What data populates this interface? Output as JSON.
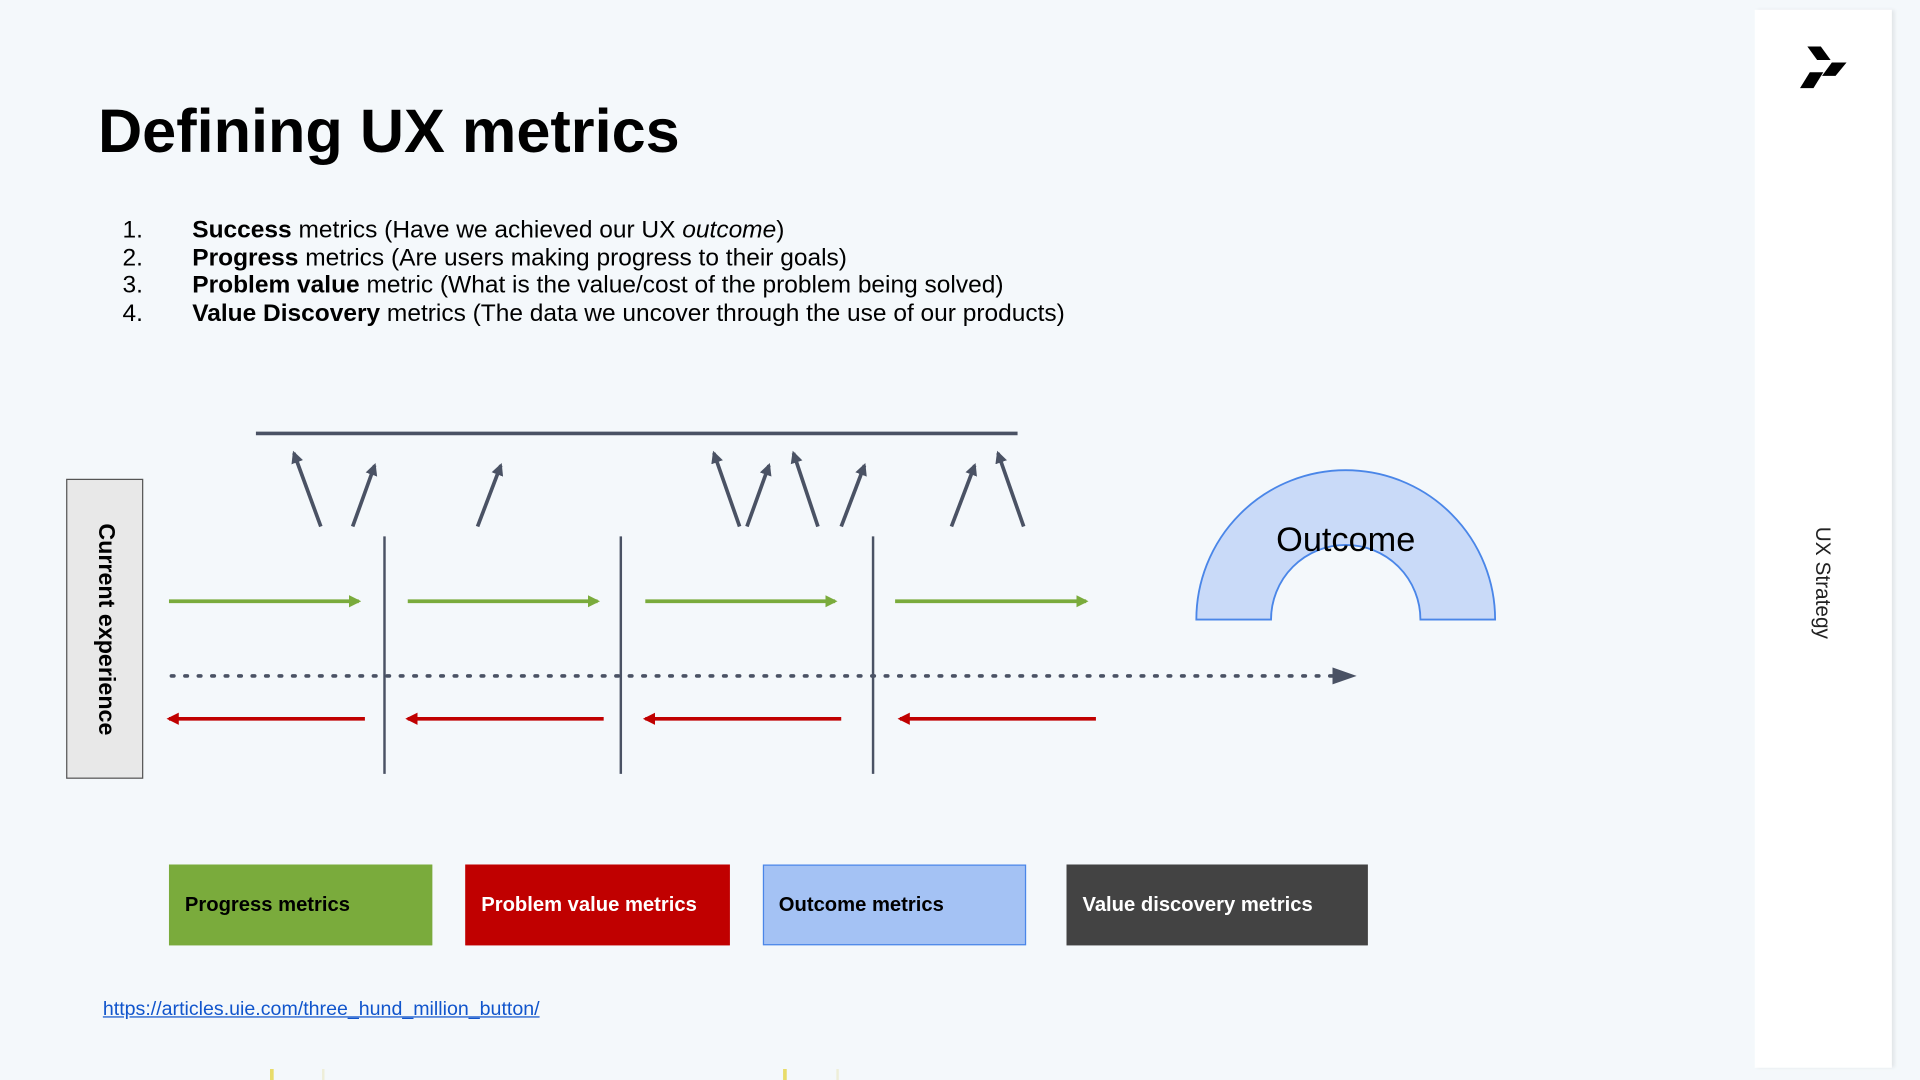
{
  "title": "Defining UX metrics",
  "list": [
    {
      "num": "1.",
      "bold": "Success",
      "rest": " metrics (Have we achieved our UX ",
      "italic": "outcome",
      "tail": ")"
    },
    {
      "num": "2.",
      "bold": "Progress",
      "rest": " metrics (Are users making progress to their goals)",
      "italic": "",
      "tail": ""
    },
    {
      "num": "3.",
      "bold": "Problem value",
      "rest": " metric (What is the value/cost of the problem being solved)",
      "italic": "",
      "tail": ""
    },
    {
      "num": "4.",
      "bold": "Value Discovery",
      "rest": " metrics (The data we uncover through the use of our products)",
      "italic": "",
      "tail": ""
    }
  ],
  "diagram": {
    "current_experience": "Current experience",
    "outcome": "Outcome",
    "colors": {
      "progress": "#7aab3c",
      "problem": "#c00000",
      "outcome_fill": "#c9daf8",
      "outcome_stroke": "#4a86e8",
      "line": "#4a5264"
    }
  },
  "legend": [
    {
      "label": "Progress metrics",
      "bg": "#7aab3c",
      "fg": "#000000",
      "border": "#7aab3c"
    },
    {
      "label": "Problem value metrics",
      "bg": "#c00000",
      "fg": "#ffffff",
      "border": "#c00000"
    },
    {
      "label": "Outcome metrics",
      "bg": "#a4c2f4",
      "fg": "#000000",
      "border": "#4a86e8"
    },
    {
      "label": "Value discovery metrics",
      "bg": "#434343",
      "fg": "#ffffff",
      "border": "#434343"
    }
  ],
  "link": "https://articles.uie.com/three_hund_million_button/",
  "sidebar": {
    "label": "UX Strategy",
    "logo": "logo-icon"
  }
}
